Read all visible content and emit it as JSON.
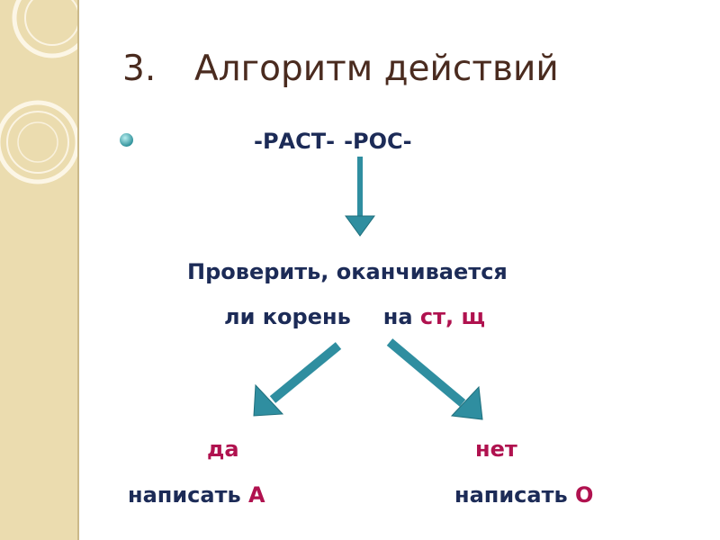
{
  "slide": {
    "title_number": "3.",
    "title_text": "Алгоритм действий",
    "root_a": "-РАСТ-",
    "root_o": "-РОС-",
    "check_line1": "Проверить, оканчивается",
    "check_line2_a": "ли корень",
    "check_line2_b": "на",
    "check_letters": "ст, щ",
    "yes_label": "да",
    "no_label": "нет",
    "write_prefix_yes": "написать",
    "letter_yes": "А",
    "write_prefix_no": "написать",
    "letter_no": "О"
  },
  "colors": {
    "title": "#4a2b1f",
    "text": "#1c2b57",
    "accent": "#b0124f",
    "arrow": "#2f8ea0",
    "band": "#ebdcaf"
  },
  "icons": {
    "bullet": "bullet-circle-icon",
    "down_arrow": "arrow-down-icon",
    "left_arrow": "arrow-down-left-icon",
    "right_arrow": "arrow-down-right-icon"
  }
}
